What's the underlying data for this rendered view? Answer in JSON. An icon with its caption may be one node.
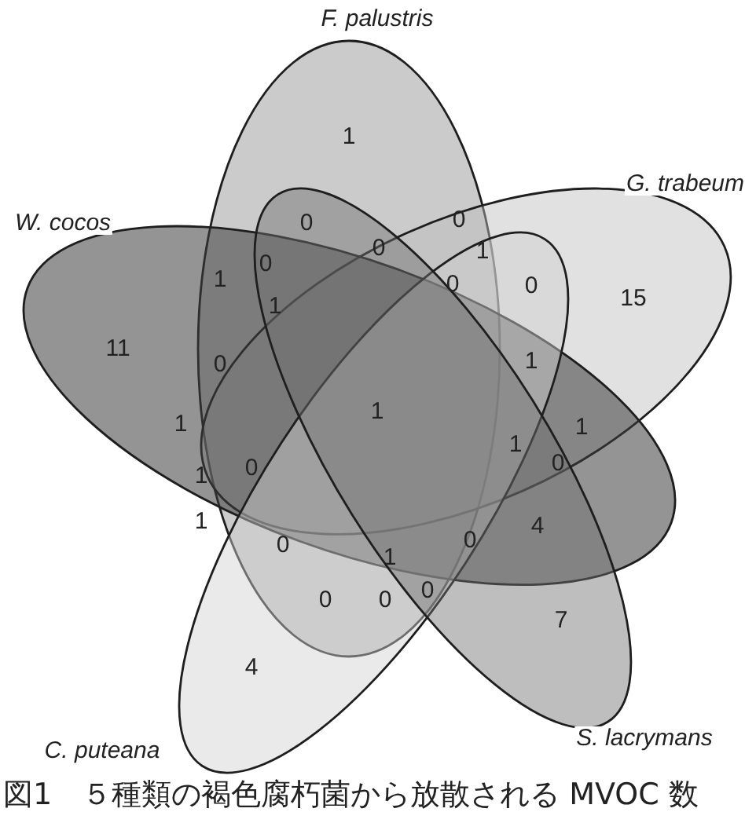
{
  "diagram": {
    "caption": "図1　５種類の褐色腐朽菌から放散される MVOC 数",
    "nodes": [
      {
        "text": [],
        "shape": "ellipse",
        "beside": [
          "F. palustris"
        ]
      },
      {
        "text": [],
        "shape": "ellipse",
        "beside": [
          "G. trabeum"
        ]
      },
      {
        "text": [],
        "shape": "ellipse",
        "beside": [
          "W. cocos"
        ]
      },
      {
        "text": [],
        "shape": "ellipse",
        "beside": [
          "C. puteana"
        ]
      },
      {
        "text": [],
        "shape": "ellipse",
        "beside": [
          "S. lacrymans"
        ]
      }
    ],
    "labels": [
      "1",
      "0",
      "0",
      "0",
      "1",
      "0",
      "1",
      "0",
      "0",
      "15",
      "1",
      "11",
      "0",
      "1",
      "1",
      "1",
      "1",
      "1",
      "0",
      "0",
      "1",
      "1",
      "4",
      "0",
      "0",
      "1",
      "0",
      "0",
      "0",
      "7",
      "4"
    ]
  }
}
